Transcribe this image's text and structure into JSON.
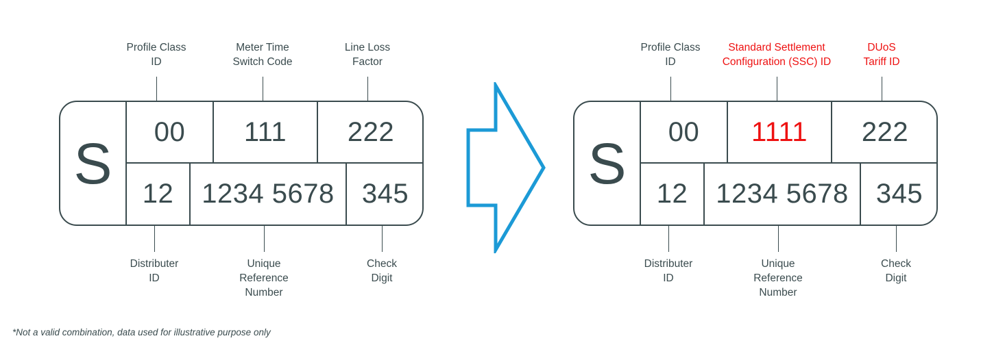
{
  "colors": {
    "ink": "#3a4b4e",
    "accent_red": "#ee1111",
    "arrow_blue": "#1c9ad6",
    "background": "#ffffff"
  },
  "diagrams": [
    {
      "id": "before",
      "prefix": "S",
      "top_row": [
        {
          "value": "00",
          "red": false
        },
        {
          "value": "111",
          "red": false
        },
        {
          "value": "222",
          "red": false
        }
      ],
      "bottom_row": [
        {
          "value": "12",
          "red": false
        },
        {
          "value": "1234 5678",
          "red": false
        },
        {
          "value": "345",
          "red": false
        }
      ],
      "top_labels": [
        {
          "text": "Profile Class\nID",
          "red": false
        },
        {
          "text": "Meter Time\nSwitch Code",
          "red": false
        },
        {
          "text": "Line Loss\nFactor",
          "red": false
        }
      ],
      "bottom_labels": [
        {
          "text": "Distributer\nID",
          "red": false
        },
        {
          "text": "Unique\nReference\nNumber",
          "red": false
        },
        {
          "text": "Check\nDigit",
          "red": false
        }
      ]
    },
    {
      "id": "after",
      "prefix": "S",
      "top_row": [
        {
          "value": "00",
          "red": false
        },
        {
          "value": "1111",
          "red": true
        },
        {
          "value": "222",
          "red": false
        }
      ],
      "bottom_row": [
        {
          "value": "12",
          "red": false
        },
        {
          "value": "1234 5678",
          "red": false
        },
        {
          "value": "345",
          "red": false
        }
      ],
      "top_labels": [
        {
          "text": "Profile Class\nID",
          "red": false
        },
        {
          "text": "Standard Settlement\nConfiguration (SSC) ID",
          "red": true
        },
        {
          "text": "DUoS\nTariff ID",
          "red": true
        }
      ],
      "bottom_labels": [
        {
          "text": "Distributer\nID",
          "red": false
        },
        {
          "text": "Unique\nReference\nNumber",
          "red": false
        },
        {
          "text": "Check\nDigit",
          "red": false
        }
      ]
    }
  ],
  "arrow": {
    "direction": "right",
    "style": "outline",
    "color": "#1c9ad6"
  },
  "footnote": "*Not a valid combination, data used for illustrative purpose only"
}
